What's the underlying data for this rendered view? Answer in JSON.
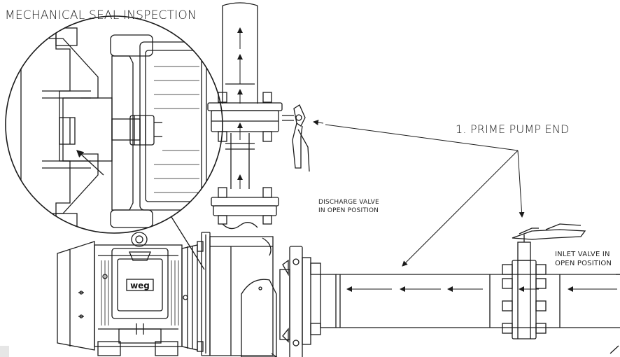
{
  "labels": {
    "title": "MECHANICAL SEAL INSPECTION",
    "prime_step": "1. PRIME PUMP END",
    "discharge_valve_line1": "DISCHARGE VALVE",
    "discharge_valve_line2": "IN OPEN POSITION",
    "inlet_valve_line1": "INLET VALVE IN",
    "inlet_valve_line2": "OPEN POSITION",
    "motor_logo": "weg"
  },
  "colors": {
    "line": "#1a1a1a",
    "background": "#ffffff",
    "badge": "#e6e6e6"
  }
}
